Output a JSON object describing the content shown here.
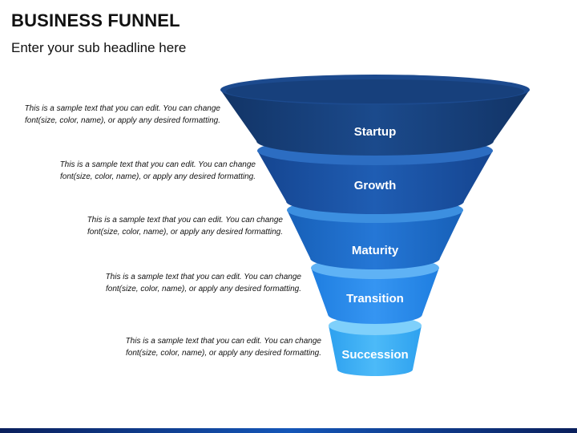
{
  "header": {
    "title": "BUSINESS FUNNEL",
    "subtitle": "Enter your sub headline here"
  },
  "stages": [
    {
      "label": "Startup",
      "description": "This is a sample text that you can edit. You can change font(size, color, name), or apply any desired formatting.",
      "color": "#173f7f"
    },
    {
      "label": "Growth",
      "description": "This is a sample text that you can edit. You can change font(size, color, name), or apply any desired formatting.",
      "color": "#1a56a8"
    },
    {
      "label": "Maturity",
      "description": "This is a sample text that you can edit. You can change font(size, color, name), or apply any desired formatting.",
      "color": "#1f6fd0"
    },
    {
      "label": "Transition",
      "description": "This is a sample text that you can edit. You can change font(size, color, name), or apply any desired formatting.",
      "color": "#2a8cef"
    },
    {
      "label": "Succession",
      "description": "This is a sample text that you can edit. You can change font(size, color, name), or apply any desired formatting.",
      "color": "#3fb0f5"
    }
  ]
}
